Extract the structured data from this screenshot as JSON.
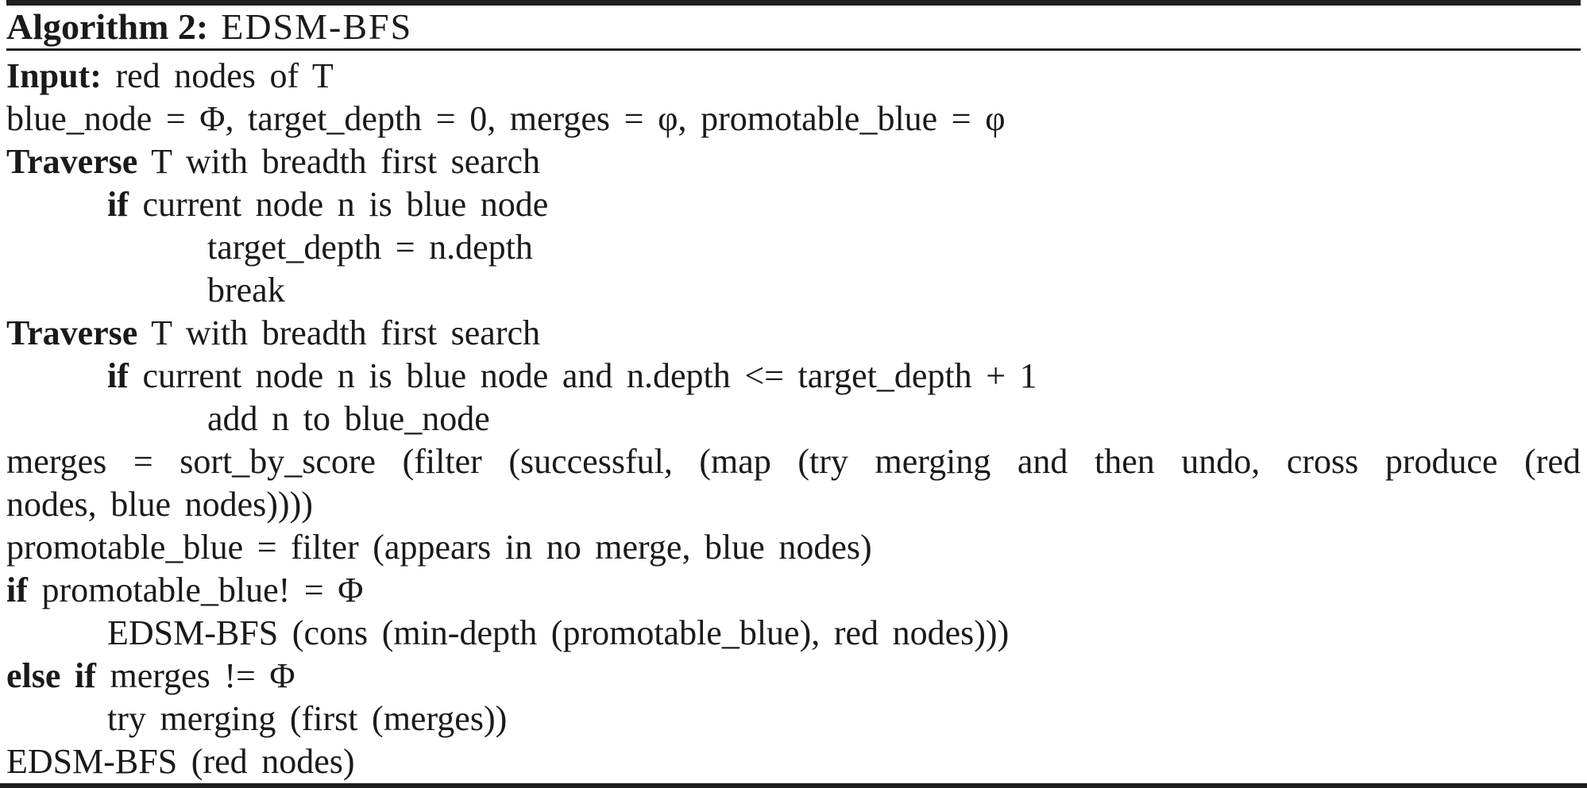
{
  "colors": {
    "background": "#ffffff",
    "text": "#1a1a1a",
    "rule": "#1f1f1f"
  },
  "algorithm": {
    "title_label": "Algorithm 2:",
    "title_name": "EDSM-BFS",
    "lines": [
      {
        "indent": 0,
        "justify": false,
        "segments": [
          {
            "text": "Input:",
            "bold": true
          },
          {
            "text": " red nodes of T",
            "bold": false
          }
        ]
      },
      {
        "indent": 0,
        "justify": false,
        "segments": [
          {
            "text": "blue_node = Φ, target_depth = 0, merges = φ, promotable_blue = φ",
            "bold": false
          }
        ]
      },
      {
        "indent": 0,
        "justify": false,
        "segments": [
          {
            "text": "Traverse",
            "bold": true
          },
          {
            "text": " T with breadth first search",
            "bold": false
          }
        ]
      },
      {
        "indent": 1,
        "justify": false,
        "segments": [
          {
            "text": "if",
            "bold": true
          },
          {
            "text": " current node n is blue node",
            "bold": false
          }
        ]
      },
      {
        "indent": 2,
        "justify": false,
        "segments": [
          {
            "text": "target_depth = n.depth",
            "bold": false
          }
        ]
      },
      {
        "indent": 2,
        "justify": false,
        "segments": [
          {
            "text": "break",
            "bold": false
          }
        ]
      },
      {
        "indent": 0,
        "justify": false,
        "segments": [
          {
            "text": "Traverse",
            "bold": true
          },
          {
            "text": " T with breadth first search",
            "bold": false
          }
        ]
      },
      {
        "indent": 1,
        "justify": false,
        "segments": [
          {
            "text": "if",
            "bold": true
          },
          {
            "text": " current node n is blue node and n.depth <= target_depth + 1",
            "bold": false
          }
        ]
      },
      {
        "indent": 2,
        "justify": false,
        "segments": [
          {
            "text": "add n to blue_node",
            "bold": false
          }
        ]
      },
      {
        "indent": 0,
        "justify": true,
        "segments": [
          {
            "text": "merges = sort_by_score (filter (successful, (map (try merging and then undo, cross produce (red",
            "bold": false
          }
        ]
      },
      {
        "indent": 0,
        "justify": false,
        "segments": [
          {
            "text": "nodes, blue nodes))))",
            "bold": false
          }
        ]
      },
      {
        "indent": 0,
        "justify": false,
        "segments": [
          {
            "text": "promotable_blue = filter (appears in no merge, blue nodes)",
            "bold": false
          }
        ]
      },
      {
        "indent": 0,
        "justify": false,
        "segments": [
          {
            "text": "if",
            "bold": true
          },
          {
            "text": " promotable_blue! = Φ",
            "bold": false
          }
        ]
      },
      {
        "indent": 1,
        "justify": false,
        "segments": [
          {
            "text": "EDSM-BFS (cons (min-depth (promotable_blue), red nodes)))",
            "bold": false
          }
        ]
      },
      {
        "indent": 0,
        "justify": false,
        "segments": [
          {
            "text": "else if",
            "bold": true
          },
          {
            "text": " merges != Φ",
            "bold": false
          }
        ]
      },
      {
        "indent": 1,
        "justify": false,
        "segments": [
          {
            "text": "try merging (first (merges))",
            "bold": false
          }
        ]
      },
      {
        "indent": 0,
        "justify": false,
        "segments": [
          {
            "text": "EDSM-BFS (red nodes)",
            "bold": false
          }
        ]
      }
    ]
  }
}
